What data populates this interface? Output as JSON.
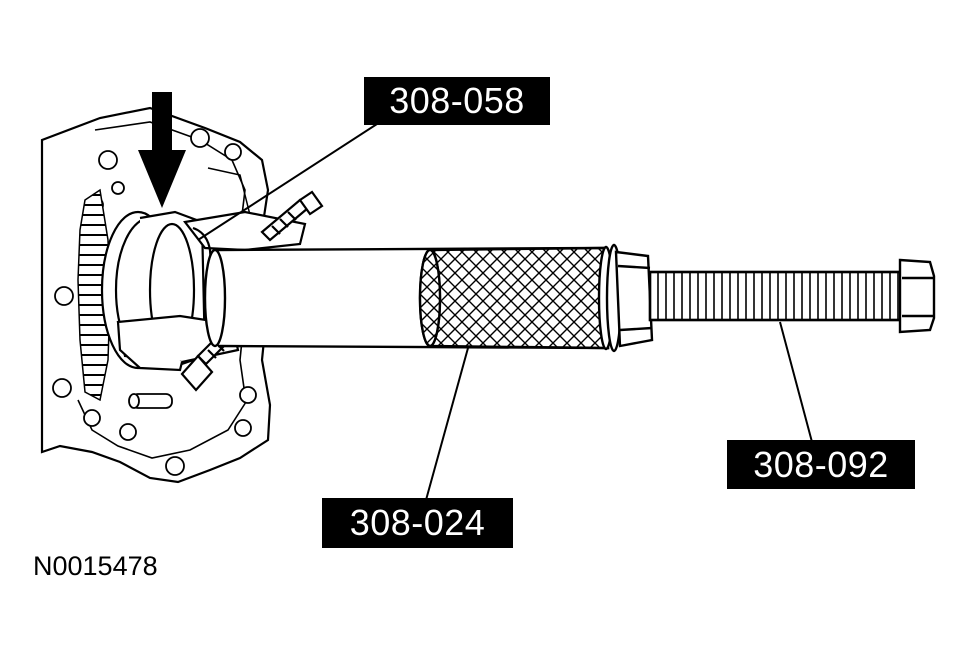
{
  "callouts": {
    "tool_308_058": "308-058",
    "tool_308_024": "308-024",
    "tool_308_092": "308-092"
  },
  "figure_id": "N0015478",
  "colors": {
    "ink": "#000000",
    "paper": "#ffffff"
  }
}
